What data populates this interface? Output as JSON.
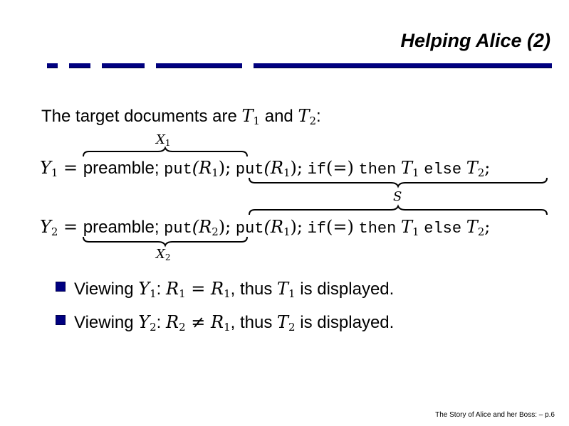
{
  "slide": {
    "title": "Helping Alice (2)",
    "lead": {
      "text": "The target documents are ",
      "a": "T",
      "a_sub": "1",
      "and": " and ",
      "b": "T",
      "b_sub": "2",
      "end": ":"
    },
    "labels": {
      "x1": "X",
      "x1_sub": "1",
      "s": "S",
      "x2": "X",
      "x2_sub": "2"
    },
    "eq1": {
      "lhs": "Y",
      "lhs_sub": "1",
      "eq": " = ",
      "preamble": "preamble",
      "semi": ";",
      "put1": "put",
      "put1_arg": "(R",
      "put1_sub": "1",
      "put1_close": ");",
      "put2": "put",
      "put2_arg": "(R",
      "put2_sub": "1",
      "put2_close": ");",
      "if": "if",
      "cond": "(=)",
      "then": "then",
      "t1": "T",
      "t1_sub": "1",
      "else": "else",
      "t2": "T",
      "t2_sub": "2",
      "end": ";"
    },
    "eq2": {
      "lhs": "Y",
      "lhs_sub": "2",
      "eq": " = ",
      "preamble": "preamble",
      "semi": ";",
      "put1": "put",
      "put1_arg": "(R",
      "put1_sub": "2",
      "put1_close": ");",
      "put2": "put",
      "put2_arg": "(R",
      "put2_sub": "1",
      "put2_close": ");",
      "if": "if",
      "cond": "(=)",
      "then": "then",
      "t1": "T",
      "t1_sub": "1",
      "else": "else",
      "t2": "T",
      "t2_sub": "2",
      "end": ";"
    },
    "bullets": [
      {
        "lead": "Viewing ",
        "y": "Y",
        "y_sub": "1",
        "colon": ": ",
        "r1": "R",
        "r1_sub": "1",
        "op": " = ",
        "r2": "R",
        "r2_sub": "1",
        "thus": ", thus ",
        "t": "T",
        "t_sub": "1",
        "tail": " is displayed."
      },
      {
        "lead": "Viewing ",
        "y": "Y",
        "y_sub": "2",
        "colon": ": ",
        "r1": "R",
        "r1_sub": "2",
        "op": " ≠ ",
        "r2": "R",
        "r2_sub": "1",
        "thus": ", thus ",
        "t": "T",
        "t_sub": "2",
        "tail": " is displayed."
      }
    ],
    "footer": "The Story of Alice and her Boss: – p.6",
    "colors": {
      "accent": "#000080",
      "text": "#000000",
      "background": "#ffffff"
    }
  }
}
